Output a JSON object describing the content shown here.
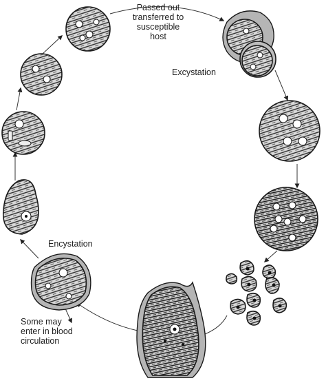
{
  "labels": {
    "passed_out": [
      "Passed out",
      "transferred to",
      "susceptible",
      "host"
    ],
    "excystation": "Excystation",
    "encystation": "Encystation",
    "blood": [
      "Some may",
      "enter in blood",
      "circulation"
    ]
  }
}
